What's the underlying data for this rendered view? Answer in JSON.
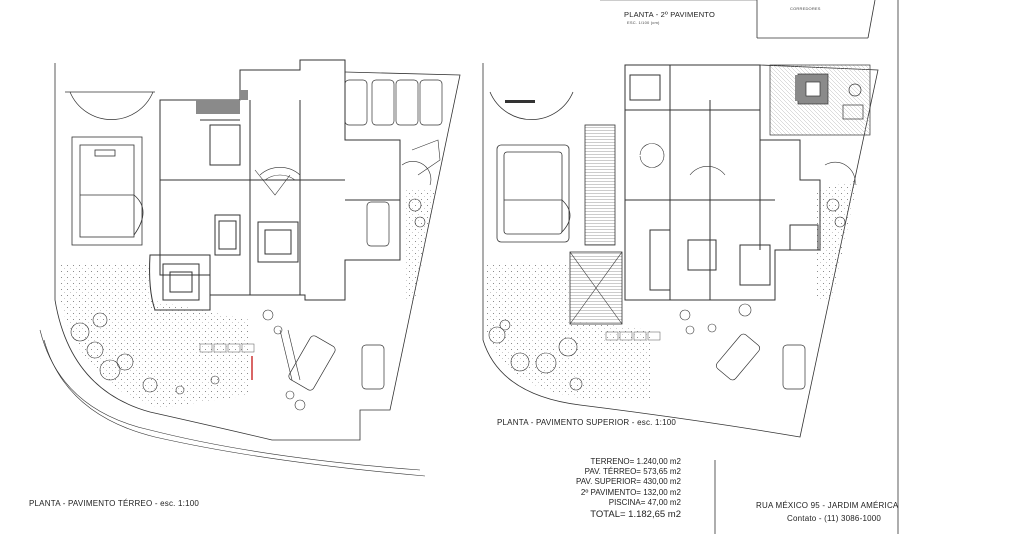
{
  "title_block": {
    "sheet_title": "PLANTA - 2º PAVIMENTO",
    "sheet_scale": "ESC. 1/100 (cm)",
    "corridor_label": "CORREDORES"
  },
  "plans": {
    "ground_floor": "PLANTA - PAVIMENTO TÉRREO - esc. 1:100",
    "upper_floor": "PLANTA - PAVIMENTO SUPERIOR - esc. 1:100"
  },
  "areas": {
    "terreno": "TERRENO= 1.240,00 m2",
    "terreo": "PAV. TÉRREO= 573,65 m2",
    "superior": "PAV. SUPERIOR= 430,00 m2",
    "segundo": "2º PAVIMENTO= 132,00 m2",
    "piscina": "PISCINA= 47,00 m2",
    "total": "TOTAL= 1.182,65 m2"
  },
  "address": {
    "street": "RUA MÉXICO 95 - JARDIM AMÉRICA",
    "contact": "Contato - (11) 3086-1000"
  },
  "colors": {
    "line": "#333333",
    "hatch": "#999999",
    "fill_gray": "#8a8a8a",
    "accent_red": "#cc3333"
  }
}
